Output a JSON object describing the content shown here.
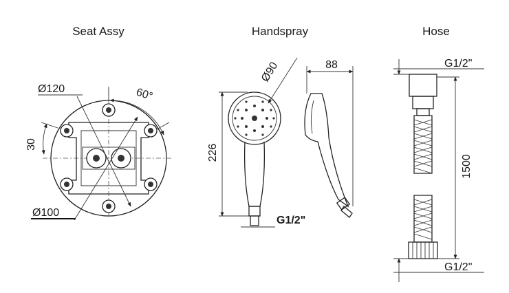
{
  "sections": {
    "seat": {
      "title": "Seat Assy"
    },
    "handspray": {
      "title": "Handspray"
    },
    "hose": {
      "title": "Hose"
    }
  },
  "dimensions": {
    "seat_diameter_outer": "Ø120",
    "seat_angle": "60°",
    "seat_offset": "30",
    "seat_diameter_inner": "Ø100",
    "handspray_head_diameter": "Ø90",
    "handspray_length": "226",
    "handspray_depth": "88",
    "handspray_thread": "G1/2\"",
    "hose_thread_top": "G1/2\"",
    "hose_length": "1500",
    "hose_thread_bottom": "G1/2\""
  }
}
